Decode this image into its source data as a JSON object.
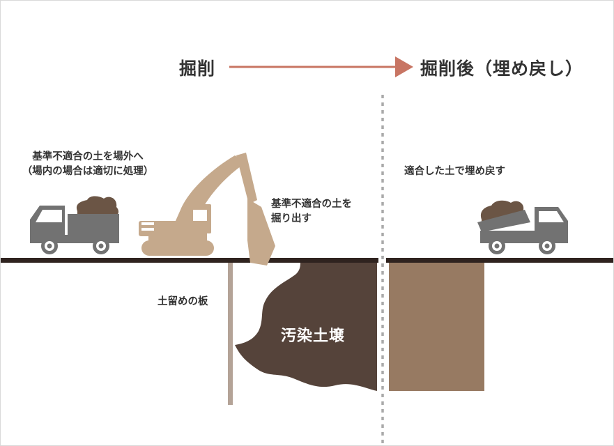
{
  "header": {
    "before": "掘削",
    "after": "掘削後（埋め戻し）"
  },
  "annotations": {
    "offsite_line1": "基準不適合の土を場外へ",
    "offsite_line2": "（場内の場合は適切に処理）",
    "excavate_line1": "基準不適合の土を",
    "excavate_line2": "掘り出す",
    "backfill": "適合した土で埋め戻す",
    "sheet_pile": "土留めの板",
    "contaminated_soil": "汚染土壌"
  },
  "colors": {
    "arrow": "#c87563",
    "ground": "#2f231f",
    "contaminated_soil": "#55433a",
    "backfill_soil": "#977a62",
    "sheet_pile": "#b4a397",
    "excavator": "#c5a98c",
    "truck": "#727272",
    "truck_load": "#6b5545",
    "divider": "#a9a9a9"
  },
  "icons": {
    "excavator": "excavator-icon",
    "truck_left": "truck-icon",
    "truck_right": "dump-truck-icon"
  }
}
